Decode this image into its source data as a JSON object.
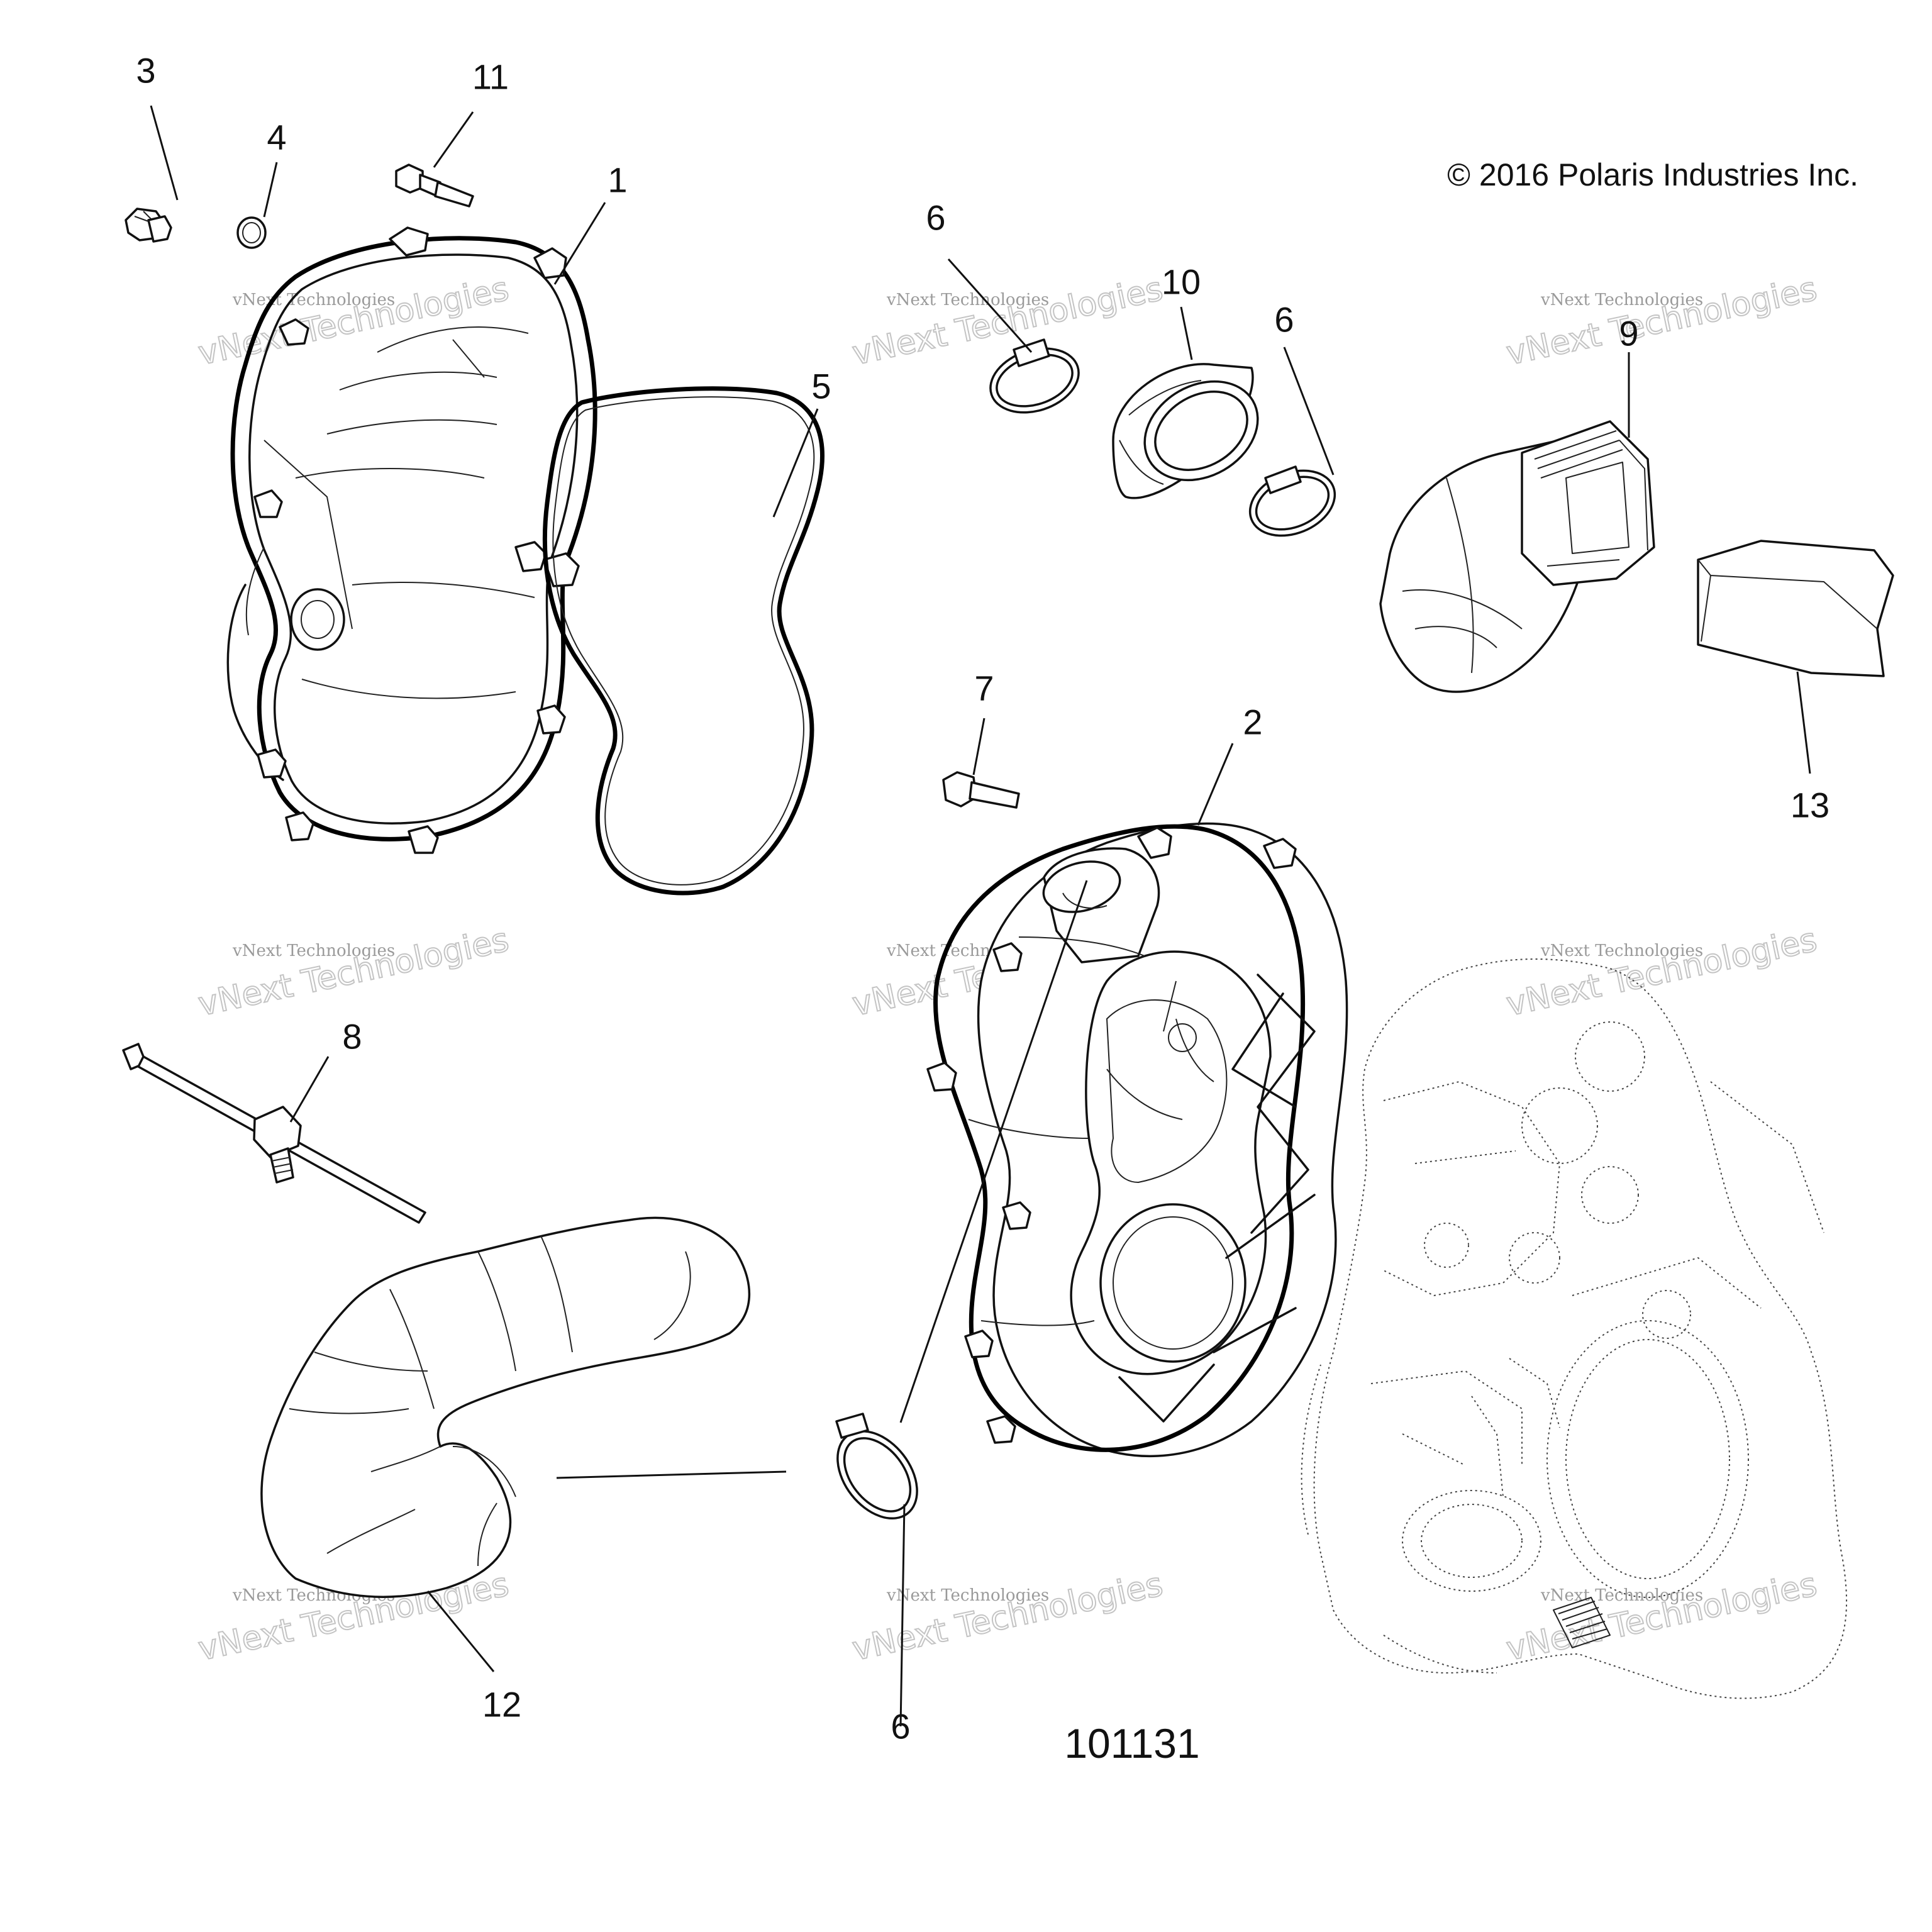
{
  "copyright": "© 2016 Polaris Industries Inc.",
  "figure_number": "101131",
  "watermark": {
    "line1": "vNext Technologies",
    "line2": "vNext Technologies"
  },
  "callouts": {
    "c1": "1",
    "c2": "2",
    "c3": "3",
    "c4": "4",
    "c5": "5",
    "c6a": "6",
    "c6b": "6",
    "c6c": "6",
    "c7": "7",
    "c8": "8",
    "c9": "9",
    "c10": "10",
    "c11": "11",
    "c12": "12",
    "c13": "13"
  }
}
